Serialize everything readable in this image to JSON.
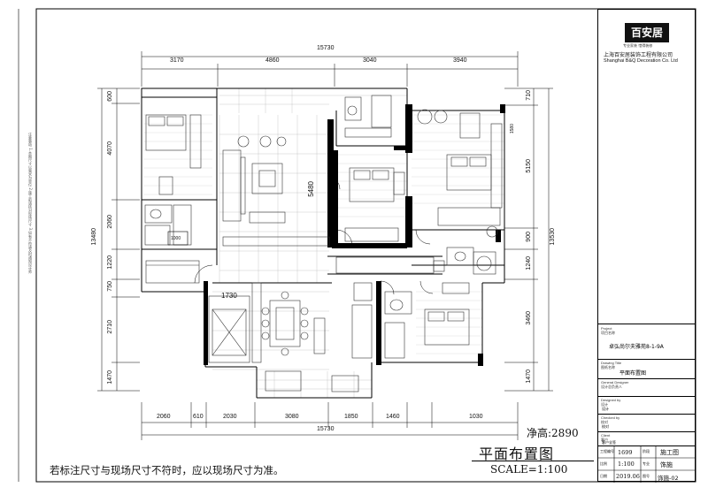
{
  "company": {
    "logo_text": "百安居",
    "slogan": "专业家装 惜得装修",
    "name_cn": "上海百安居装饰工程有限公司",
    "name_en": "Shanghai B&Q Decoration Co. Ltd"
  },
  "dimensions": {
    "top_total": "15730",
    "top_segments": [
      "3170",
      "4860",
      "3040",
      "3940"
    ],
    "bottom_total": "15730",
    "bottom_segments": [
      "2060",
      "610",
      "2030",
      "3080",
      "1850",
      "1460",
      "1030"
    ],
    "left_total": "13480",
    "left_segments": [
      "600",
      "4070",
      "2060",
      "1220",
      "750",
      "2710",
      "1470"
    ],
    "right_total": "13530",
    "right_segments": [
      "710",
      "5150",
      "900",
      "1240",
      "3460",
      "1470"
    ],
    "inner": [
      "5480",
      "1730",
      "1000",
      "1580"
    ]
  },
  "plan": {
    "ceiling_height": "净高:2890",
    "title": "平面布置图",
    "scale": "SCALE=1:100",
    "note": "若标注尺寸与现场尺寸不符时，应以现场尺寸为准。"
  },
  "title_block": {
    "project_label": "Project\n项目名称",
    "project_value": "卓弘尚尔夫雅苑8-1-9A",
    "drawing_title_label": "Drawing Title\n图纸名称",
    "drawing_title_value": "平面布置图",
    "general_designer_label": "General Designer\n设计总负责人",
    "designed_by_label": "Designed by\n设计",
    "designed_by_value": "设计",
    "checked_by_label": "Checked by\n校对",
    "checked_by_value": "校对",
    "client_label": "Client\n客户",
    "client_value": "客户全签",
    "cells": {
      "row1": [
        "工程编号",
        "1699",
        "阶段",
        "施工图"
      ],
      "row2": [
        "比例",
        "1:100",
        "专业",
        "饰施"
      ],
      "row3": [
        "日期",
        "2019.06",
        "图号",
        "饰施-02"
      ]
    }
  },
  "left_margin_text": "注意事项 1.本图尺寸以毫米为单位 2.施工前请核对现场尺寸 3.如有不符请及时通知设计师"
}
